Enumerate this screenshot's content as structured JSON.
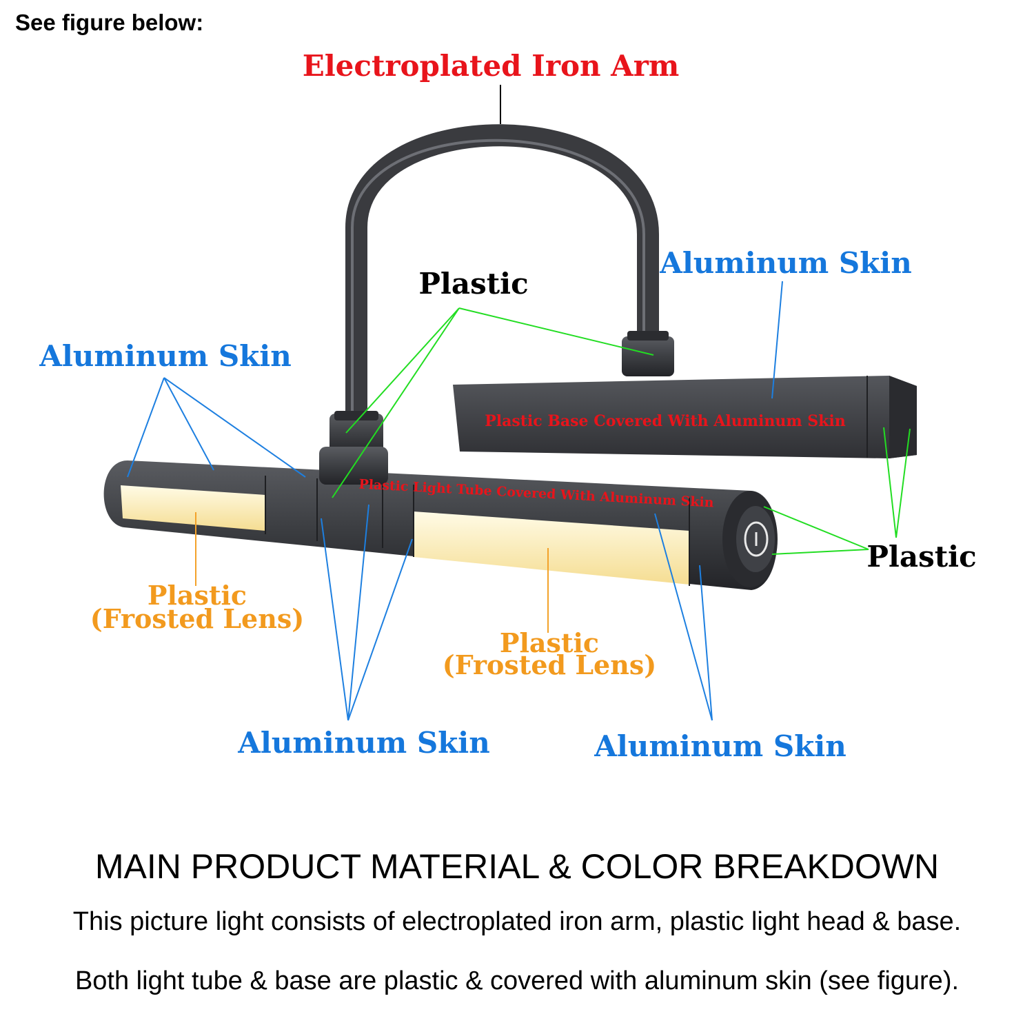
{
  "intro": "See figure below:",
  "colors": {
    "red": "#e8141b",
    "blue": "#1577dc",
    "orange": "#f29a1e",
    "black": "#000000",
    "leader_green": "#22dd22",
    "leader_blue": "#1d7fe0",
    "leader_orange": "#f3a22a",
    "metal": "#3d3f43",
    "lens": "#fff2bf"
  },
  "labels": {
    "iron_arm": "Electroplated Iron Arm",
    "plastic_top": "Plastic",
    "aluminum_right": "Aluminum Skin",
    "aluminum_left": "Aluminum Skin",
    "base_overlay": "Plastic Base Covered With Aluminum Skin",
    "tube_overlay": "Plastic Light Tube Covered With Aluminum Skin",
    "plastic_right": "Plastic",
    "lens_left_line1": "Plastic",
    "lens_left_line2": "(Frosted Lens)",
    "lens_center_line1": "Plastic",
    "lens_center_line2": "(Frosted Lens)",
    "aluminum_bottom_center": "Aluminum Skin",
    "aluminum_bottom_right": "Aluminum Skin"
  },
  "icons": {
    "power_button": "power-icon"
  },
  "heading": "MAIN PRODUCT MATERIAL & COLOR BREAKDOWN",
  "description_1": "This picture light consists of electroplated iron arm, plastic light head & base.",
  "description_2": "Both light tube & base are plastic & covered with aluminum skin (see figure)."
}
